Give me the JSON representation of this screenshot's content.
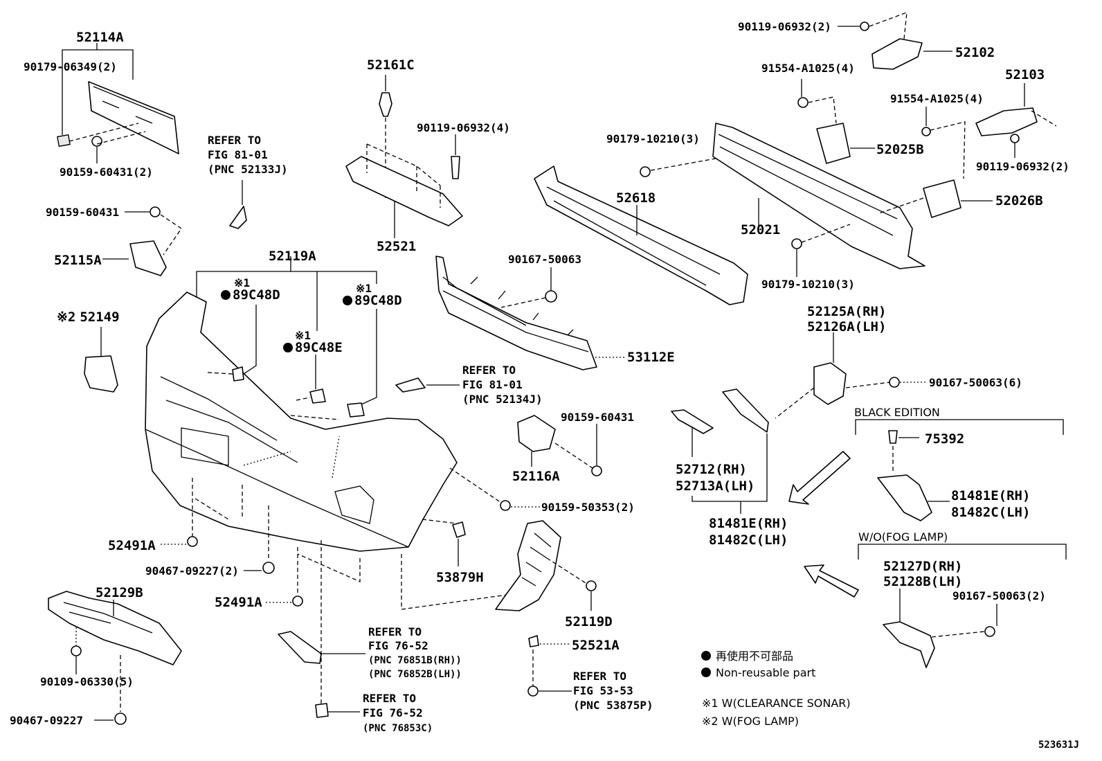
{
  "labels": {
    "p52114A": "52114A",
    "p90179_06349": "90179-06349(2)",
    "p90159_60431_2": "90159-60431(2)",
    "p90159_60431_a": "90159-60431",
    "p52115A": "52115A",
    "p52149": "52149",
    "p52161C": "52161C",
    "p90119_06932_4": "90119-06932(4)",
    "p52521": "52521",
    "p52119A": "52119A",
    "p89C48D_1": "89C48D",
    "p89C48D_2": "89C48D",
    "p89C48E": "89C48E",
    "p90119_06932_2a": "90119-06932(2)",
    "p52102": "52102",
    "p91554_A1025_a": "91554-A1025(4)",
    "p91554_A1025_b": "91554-A1025(4)",
    "p52103": "52103",
    "p90179_10210_a": "90179-10210(3)",
    "p52025B": "52025B",
    "p90119_06932_2b": "90119-06932(2)",
    "p52618": "52618",
    "p52021": "52021",
    "p52026B": "52026B",
    "p90179_10210_b": "90179-10210(3)",
    "p90167_50063": "90167-50063",
    "p53112E": "53112E",
    "p52125A": "52125A(RH)",
    "p52126A": "52126A(LH)",
    "p90167_50063_6": "90167-50063(6)",
    "p90159_60431_b": "90159-60431",
    "p52116A": "52116A",
    "p52712": "52712(RH)",
    "p52713A": "52713A(LH)",
    "p81481E_a": "81481E(RH)",
    "p81482C_a": "81482C(LH)",
    "p75392": "75392",
    "p81481E_b": "81481E(RH)",
    "p81482C_b": "81482C(LH)",
    "p90159_50353": "90159-50353(2)",
    "p52491A_a": "52491A",
    "p90467_09227_2": "90467-09227(2)",
    "p52491A_b": "52491A",
    "p53879H": "53879H",
    "p52119D": "52119D",
    "p52129B": "52129B",
    "p90109_06330": "90109-06330(5)",
    "p90467_09227": "90467-09227",
    "p52521A": "52521A",
    "p52127D": "52127D(RH)",
    "p52128B": "52128B(LH)",
    "p90167_50063_2": "90167-50063(2)"
  },
  "marks": {
    "x1": "※1",
    "x2": "※2"
  },
  "refers": {
    "r1": [
      "REFER TO",
      "FIG 81-01",
      "(PNC 52133J)"
    ],
    "r2": [
      "REFER TO",
      "FIG 81-01",
      "(PNC 52134J)"
    ],
    "r3": [
      "REFER TO",
      "FIG 76-52",
      "(PNC 76851B(RH))",
      "(PNC 76852B(LH))"
    ],
    "r4": [
      "REFER TO",
      "FIG 76-52",
      "(PNC 76853C)"
    ],
    "r5": [
      "REFER TO",
      "FIG 53-53",
      "(PNC 53875P)"
    ]
  },
  "groups": {
    "black_edition": "BLACK EDITION",
    "wo_fog": "W/O(FOG LAMP)"
  },
  "legend": {
    "jp": "再使用不可部品",
    "en": "Non-reusable part",
    "note1": "※1 W(CLEARANCE SONAR)",
    "note2": "※2 W(FOG LAMP)"
  },
  "diagram_id": "523631J"
}
